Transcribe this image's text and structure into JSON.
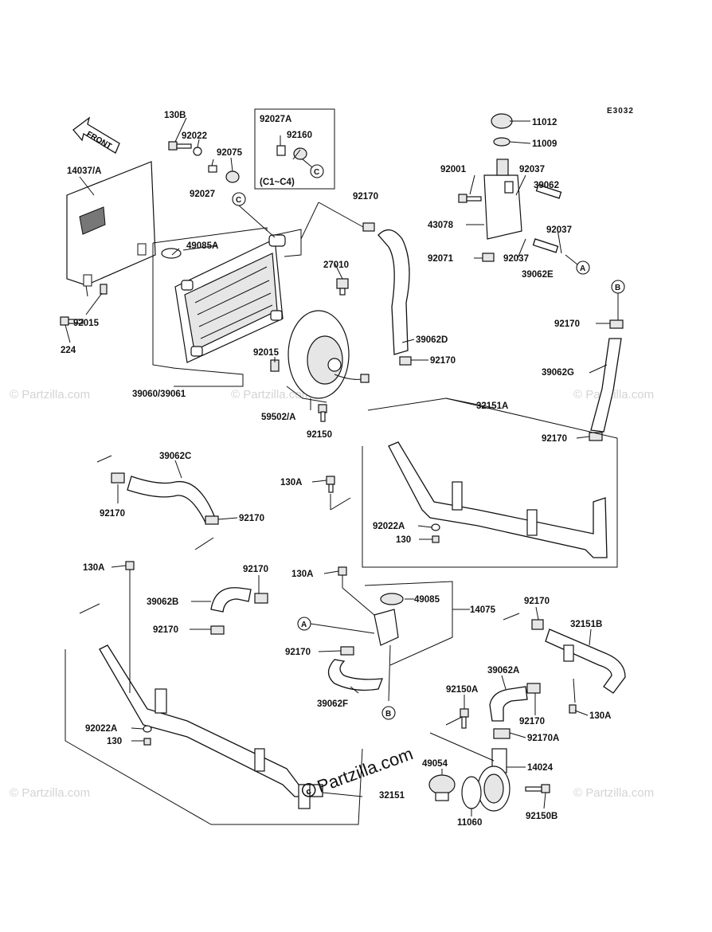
{
  "diagram": {
    "code": "E3032",
    "front_label": "FRONT",
    "variant_note": "(C1~C4)",
    "watermark": "Partzilla.com",
    "watermark_faint": "© Partzilla.com",
    "callouts": [
      "A",
      "B",
      "C"
    ],
    "labels": {
      "l_130b": "130B",
      "l_92022": "92022",
      "l_92075": "92075",
      "l_92027": "92027",
      "l_92027a": "92027A",
      "l_92160": "92160",
      "l_11012": "11012",
      "l_11009": "11009",
      "l_92001": "92001",
      "l_92037a": "92037",
      "l_39062": "39062",
      "l_43078": "43078",
      "l_92037b": "92037",
      "l_92071": "92071",
      "l_92037c": "92037",
      "l_39062e": "39062E",
      "l_14037a": "14037/A",
      "l_49085a": "49085A",
      "l_92170a": "92170",
      "l_27010": "27010",
      "l_92015a": "92015",
      "l_224": "224",
      "l_39062d": "39062D",
      "l_92170b": "92170",
      "l_92170c": "92170",
      "l_39062g": "39062G",
      "l_92015b": "92015",
      "l_39060": "39060/39061",
      "l_59502": "59502/A",
      "l_92150": "92150",
      "l_32151a": "32151A",
      "l_92170d": "92170",
      "l_39062c": "39062C",
      "l_130a1": "130A",
      "l_92170e": "92170",
      "l_92170f": "92170",
      "l_92022a1": "92022A",
      "l_130_1": "130",
      "l_130a2": "130A",
      "l_92170g": "92170",
      "l_130a3": "130A",
      "l_39062b": "39062B",
      "l_49085": "49085",
      "l_14075": "14075",
      "l_92170h": "92170",
      "l_32151b": "32151B",
      "l_92170i": "92170",
      "l_92170j": "92170",
      "l_39062a": "39062A",
      "l_39062f": "39062F",
      "l_92150a": "92150A",
      "l_92170k": "92170",
      "l_130a4": "130A",
      "l_92022a2": "92022A",
      "l_130_2": "130",
      "l_92170a2": "92170A",
      "l_49054": "49054",
      "l_14024": "14024",
      "l_32151": "32151",
      "l_11060": "11060",
      "l_92150b": "92150B"
    }
  }
}
